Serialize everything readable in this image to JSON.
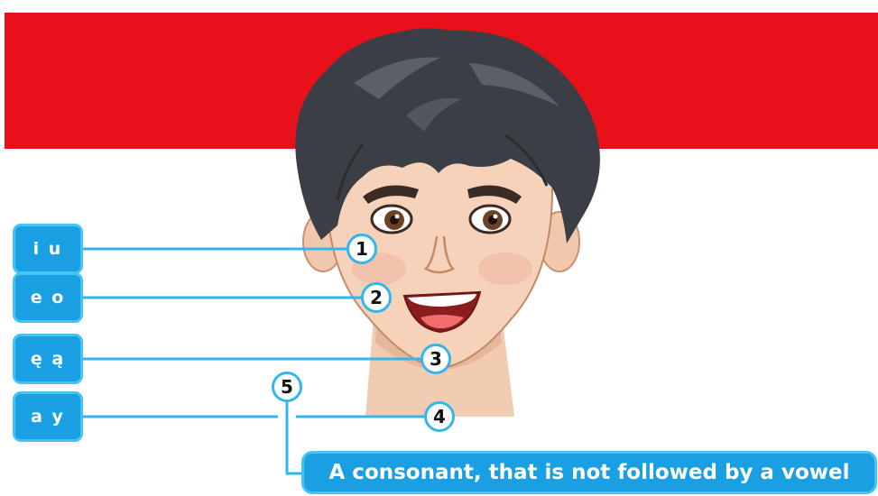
{
  "labels": {
    "l1": "i u",
    "l2": "e o",
    "l3": "ę ą",
    "l4": "a y"
  },
  "markers": {
    "m1": "1",
    "m2": "2",
    "m3": "3",
    "m4": "4",
    "m5": "5"
  },
  "note": "A consonant, that is not followed by a vowel",
  "colors": {
    "flag_red": "#e8111a",
    "label_blue": "#1aa0e2",
    "line_blue": "#33b6ee"
  }
}
